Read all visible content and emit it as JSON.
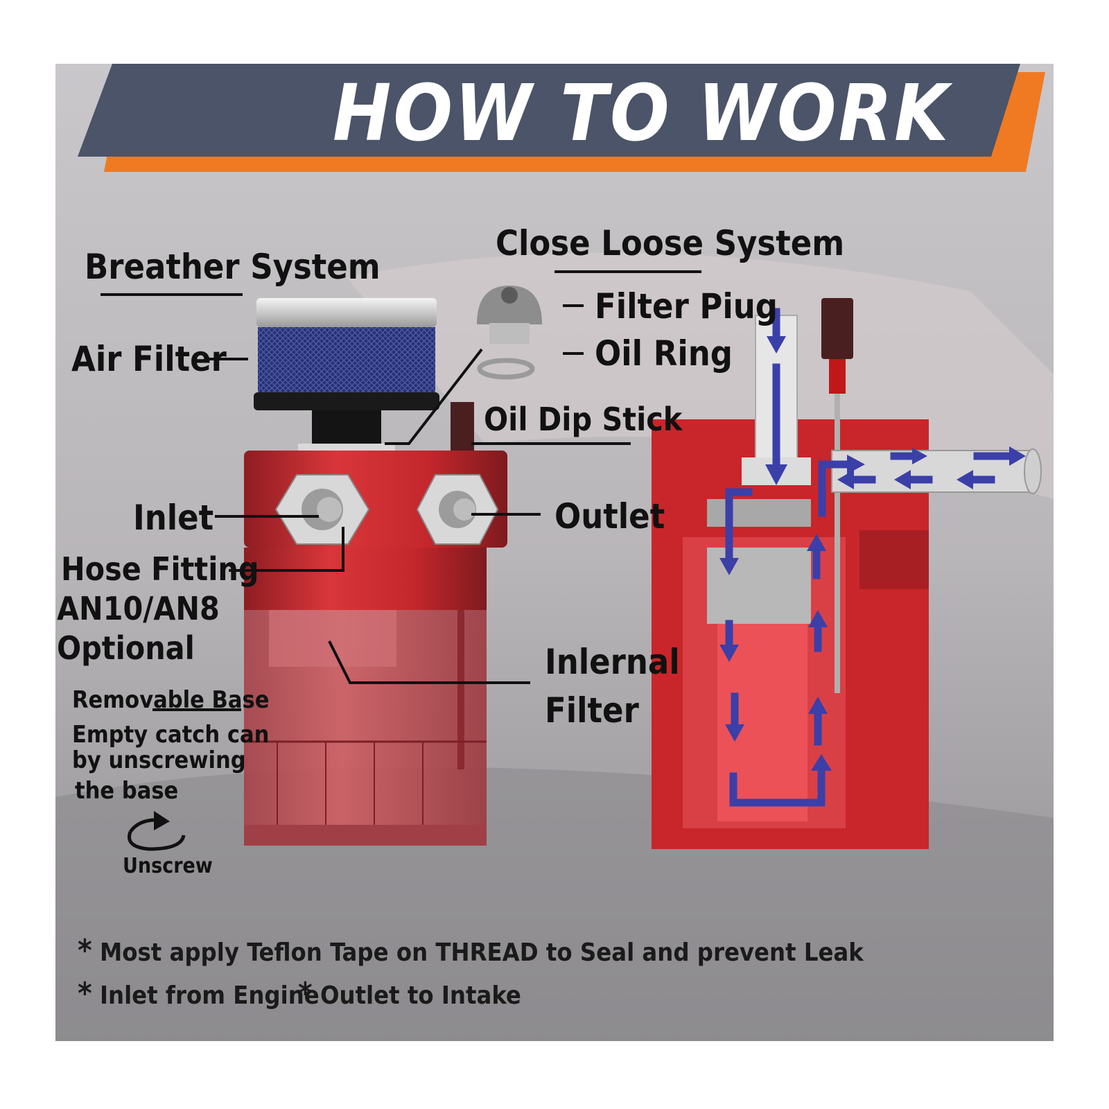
{
  "title": "HOW TO WORK",
  "labels": {
    "breather_system": "Breather System",
    "close_loose_system": "Close Loose System",
    "air_filter": "Air Filter",
    "filter_plug": "Filter Piug",
    "oil_ring": "Oil Ring",
    "oil_dip_stick": "Oil Dip Stick",
    "inlet": "Inlet",
    "outlet": "Outlet",
    "hose_fitting_1": "Hose Fitting",
    "hose_fitting_2": "AN10/AN8",
    "hose_fitting_3": "Optional",
    "internal_filter_1": "Inlernal",
    "internal_filter_2": "Filter",
    "removable_base": "Removable Base",
    "empty_1": "Empty catch can",
    "empty_2": "by unscrewing",
    "empty_3": "the base",
    "unscrew": "Unscrew"
  },
  "notes": {
    "note1": "Most apply Teflon Tape on THREAD to Seal and prevent Leak",
    "note2": "Inlet from Engine",
    "note3": "Outlet to Intake"
  },
  "colors": {
    "banner": "#4b5468",
    "accent": "#f07a22",
    "body_red": "#c8262a",
    "flow_arrow": "#3b3fa8",
    "filter_blue": "#2a3478"
  }
}
